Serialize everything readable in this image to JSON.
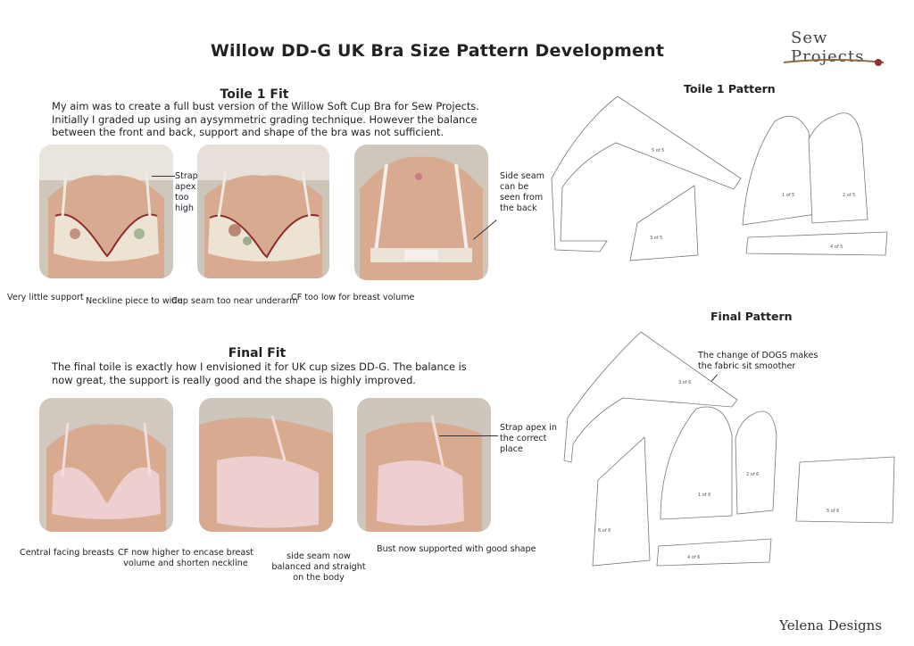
{
  "title": "Willow DD-G UK Bra Size Pattern Development",
  "logo": {
    "text": "Sew Projects"
  },
  "toile1": {
    "heading": "Toile 1 Fit",
    "description": "My aim was to create a full bust version of the Willow Soft Cup Bra for Sew Projects. Initially I graded up using an aysymmetric grading technique. However the balance between the front and back, support and shape of the bra was not sufficient.",
    "annotations": {
      "strap_apex": "Strap apex too high",
      "side_seam": "Side seam can be seen from the back",
      "little_support": "Very little support",
      "neckline_wide": "Neckline piece to wide",
      "cup_seam": "Cup seam too near underarm",
      "cf_low": "CF too low for breast volume"
    }
  },
  "final": {
    "heading": "Final Fit",
    "description": "The final toile is exactly how I envisioned it for UK cup sizes DD-G. The balance is now great, the support is really good and the shape is highly improved.",
    "annotations": {
      "central": "Central facing breasts",
      "cf_higher": "CF now higher to encase breast volume and shorten neckline",
      "side_seam": "side seam now balanced and straight on the body",
      "bust_supported": "Bust now supported with good shape",
      "strap_apex": "Strap apex in the correct place"
    }
  },
  "patterns": {
    "toile1_title": "Toile 1 Pattern",
    "final_title": "Final Pattern",
    "dogs_note": "The change of DOGS makes the fabric sit smoother",
    "toile_piece_labels": [
      "5 of 5",
      "1 of 5",
      "2 of 5",
      "3 of 5",
      "4 of 5"
    ],
    "final_piece_labels": [
      "3 of 6",
      "1 of 6",
      "2 of 6",
      "5 of 6",
      "6 of 6",
      "4 of 6"
    ]
  },
  "footer": "Yelena Designs",
  "colors": {
    "text": "#222222",
    "pattern_stroke": "#777777",
    "skin": "#d8ab90",
    "toile_fabric": "#ece3d3",
    "final_fabric": "#eecfcf",
    "trim": "#8e2a2a"
  }
}
